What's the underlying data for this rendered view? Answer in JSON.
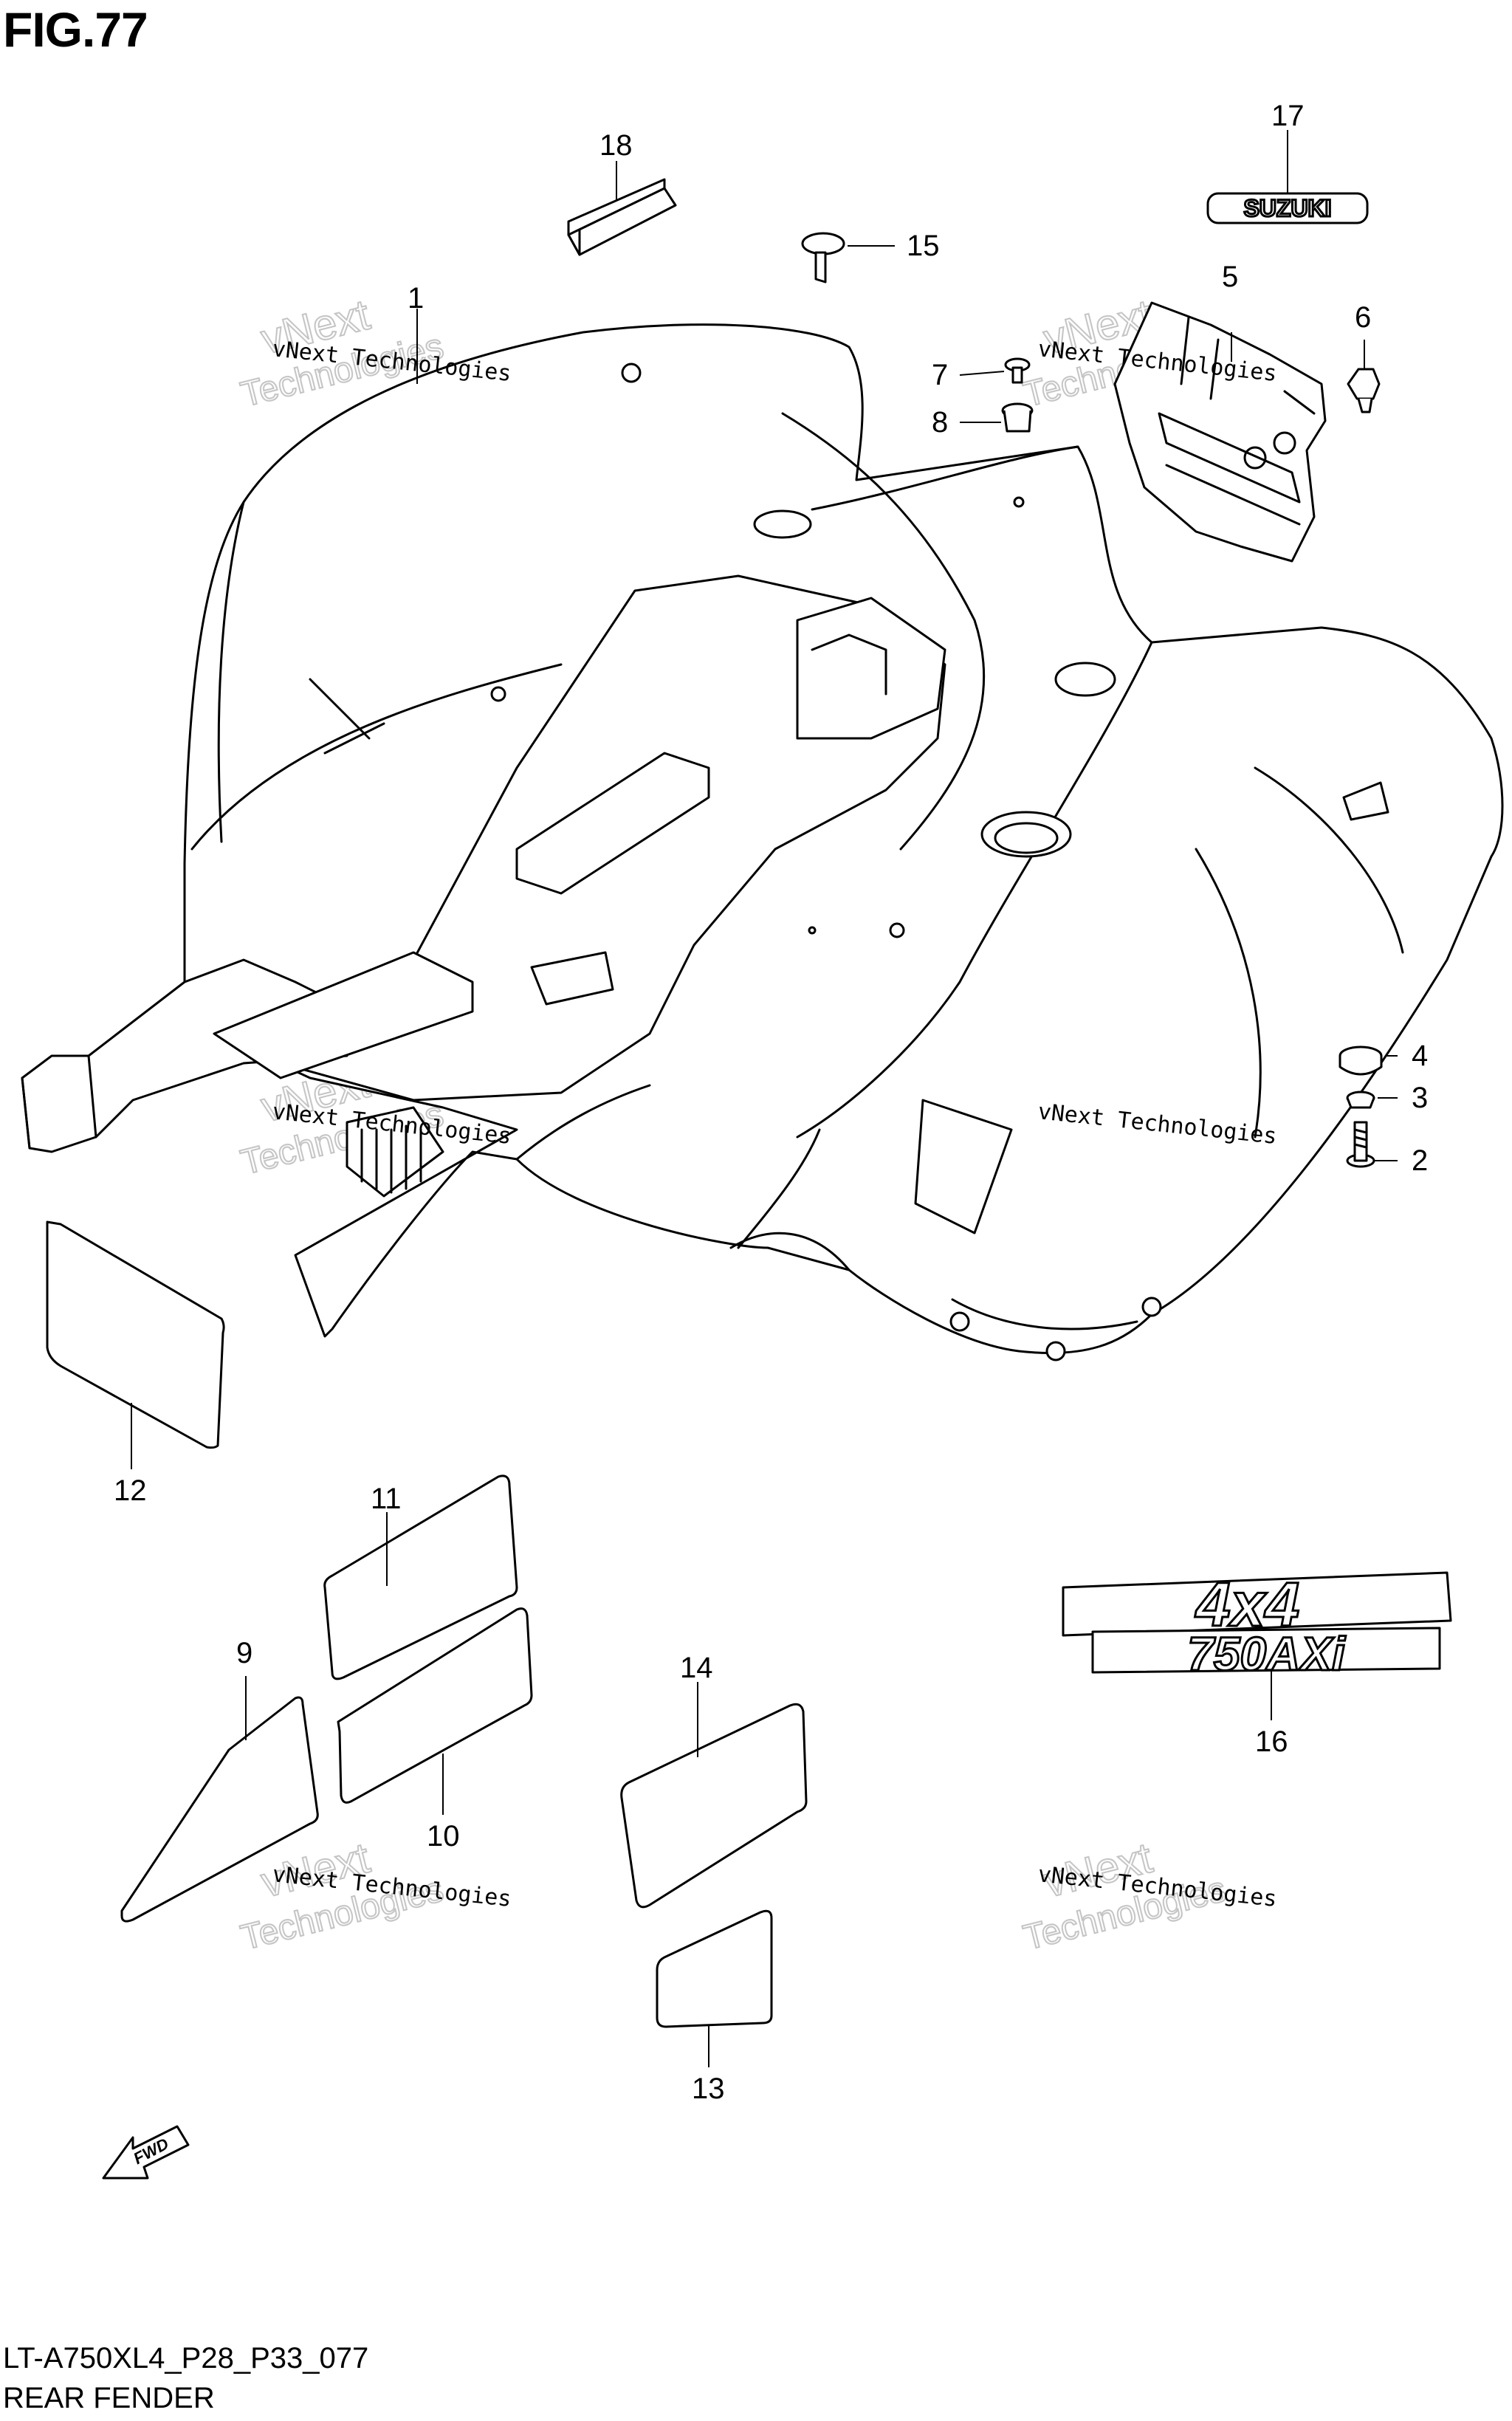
{
  "figure": {
    "title": "FIG.77",
    "code": "LT-A750XL4_P28_P33_077",
    "name": "REAR FENDER"
  },
  "parts": [
    {
      "num": "1"
    },
    {
      "num": "2"
    },
    {
      "num": "3"
    },
    {
      "num": "4"
    },
    {
      "num": "5"
    },
    {
      "num": "6"
    },
    {
      "num": "7"
    },
    {
      "num": "8"
    },
    {
      "num": "9"
    },
    {
      "num": "10"
    },
    {
      "num": "11"
    },
    {
      "num": "12"
    },
    {
      "num": "13"
    },
    {
      "num": "14"
    },
    {
      "num": "15"
    },
    {
      "num": "16"
    },
    {
      "num": "17"
    },
    {
      "num": "18"
    }
  ],
  "labels": {
    "suzuki": "SUZUKI",
    "badge_4x4": "4x4",
    "badge_model": "750AXi",
    "fwd": "FWD"
  },
  "watermark": {
    "line1": "vNext Technologies",
    "big_a": "vNext",
    "big_b": "Technologies"
  }
}
